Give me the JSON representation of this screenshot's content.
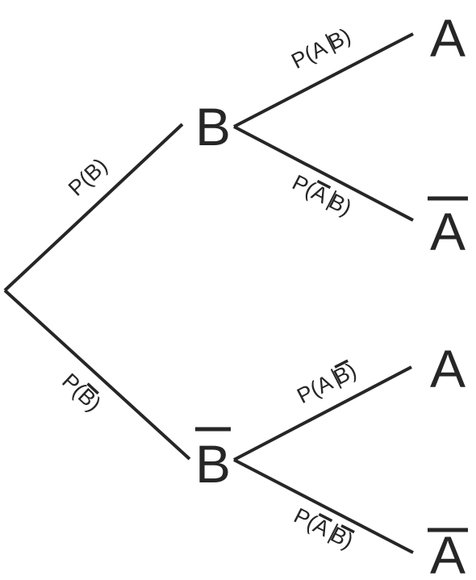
{
  "nodes": {
    "b": "B",
    "b_complement": "B",
    "a_given_b": "A",
    "a_complement_given_b": "A",
    "a_given_b_complement": "A",
    "a_complement_given_b_complement": "A"
  },
  "edges": {
    "p_b": {
      "prefix": "P(",
      "event": "B",
      "suffix": ")"
    },
    "p_b_complement": {
      "prefix": "P(",
      "event": "B",
      "suffix": ")"
    },
    "p_a_given_b": {
      "prefix": "P(",
      "event": "A",
      "given": "B",
      "suffix": ")"
    },
    "p_a_complement_given_b": {
      "prefix": "P(",
      "event": "A",
      "given": "B",
      "suffix": ")"
    },
    "p_a_given_b_complement": {
      "prefix": "P(",
      "event": "A",
      "given": "B",
      "suffix": ")"
    },
    "p_a_complement_given_b_complement": {
      "prefix": "P(",
      "event": "A",
      "given": "B",
      "suffix": ")"
    }
  },
  "style": {
    "line_color": "#262626",
    "background": "#ffffff"
  }
}
